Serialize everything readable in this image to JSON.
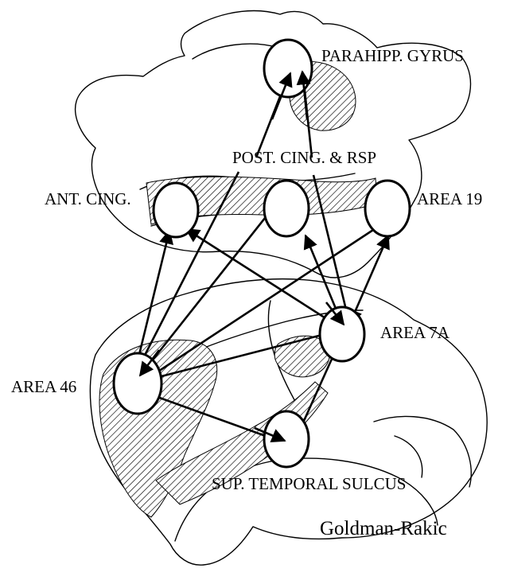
{
  "labels": {
    "parahipp": "PARAHIPP. GYRUS",
    "post_cing": "POST. CING. & RSP",
    "ant_cing": "ANT. CING.",
    "area19": "AREA 19",
    "area7a": "AREA 7A",
    "area46": "AREA 46",
    "sts": "SUP. TEMPORAL SULCUS"
  },
  "credit": "Goldman-Rakic",
  "colors": {
    "ink": "#000000",
    "background": "#ffffff"
  },
  "connections": [
    {
      "from": "post_cing",
      "to": "parahipp",
      "type": "one-way"
    },
    {
      "from": "post_cing",
      "to": "parahipp",
      "type": "one-way"
    },
    {
      "from": "ant_cing",
      "to": "area46",
      "type": "two-way"
    },
    {
      "from": "ant_cing",
      "to": "area7a",
      "type": "two-way"
    },
    {
      "from": "post_cing",
      "to": "area46",
      "type": "two-way"
    },
    {
      "from": "post_cing",
      "to": "area7a",
      "type": "two-way"
    },
    {
      "from": "area19",
      "to": "area46",
      "type": "two-way"
    },
    {
      "from": "area19",
      "to": "area7a",
      "type": "two-way"
    },
    {
      "from": "area46",
      "to": "area7a",
      "type": "two-way"
    },
    {
      "from": "area46",
      "to": "sts",
      "type": "two-way"
    },
    {
      "from": "area7a",
      "to": "sts",
      "type": "two-way"
    },
    {
      "from": "parahipp",
      "to": "area46",
      "type": "one-way"
    }
  ]
}
